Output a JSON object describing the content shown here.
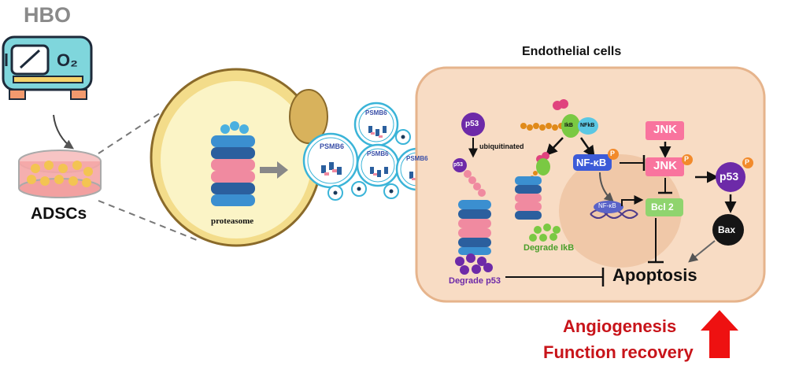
{
  "left": {
    "hbo_label": "HBO",
    "o2_label": "O₂",
    "adscs_label": "ADSCs",
    "proteasome_label": "proteasome"
  },
  "vesicles": {
    "psmb6_labels": [
      "PSMB6",
      "PSMB6",
      "PSMB6",
      "PSMB6"
    ]
  },
  "cell": {
    "title": "Endothelial cells",
    "p53_top": "p53",
    "ubiquitinated": "ubiquitinated",
    "p53_bound": "p53",
    "degrade_p53": "Degrade p53",
    "ikb": "IkB",
    "nfkb_small": "NFkB",
    "degrade_ikb": "Degrade IkB",
    "nfkb": "NF-κB",
    "nfkb_dna": "NF-κB",
    "jnk_top": "JNK",
    "jnk_mid": "JNK",
    "bcl2": "Bcl 2",
    "p53_right": "p53",
    "bax": "Bax",
    "apoptosis": "Apoptosis",
    "phospho": "P"
  },
  "outcome": {
    "line1": "Angiogenesis",
    "line2": "Function recovery"
  },
  "colors": {
    "cell_fill": "#f8dcc4",
    "cell_border": "#e6b48c",
    "nucleus": "#f0c8a8",
    "cytoplasm": "#fbf4c6",
    "jnk": "#f9749e",
    "nfkb": "#3c5bd8",
    "p53": "#6d2aa8",
    "bcl2": "#8fd46e",
    "phospho": "#f28a2b",
    "outcome_red": "#c8141a"
  }
}
